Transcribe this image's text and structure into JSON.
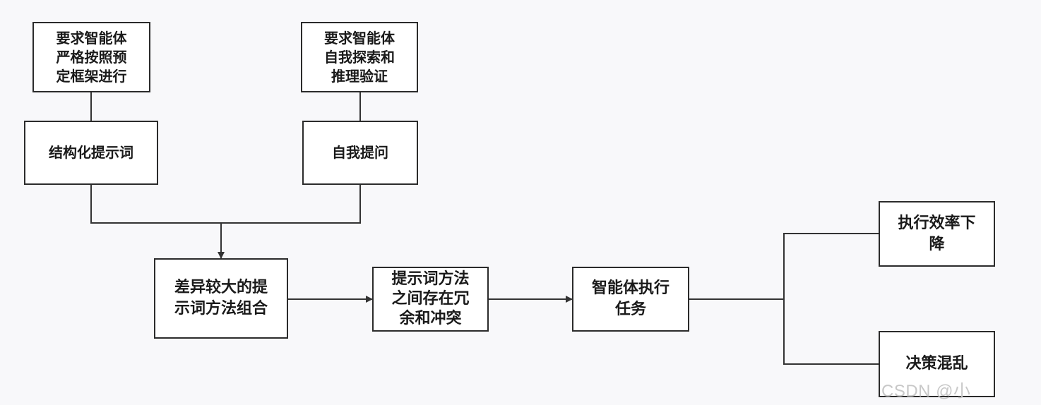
{
  "nodes": {
    "req_structured": "要求智能体\n严格按照预\n定框架进行",
    "req_explore": "要求智能体\n自我探索和\n推理验证",
    "structured_prompt": "结构化提示词",
    "self_ask": "自我提问",
    "diverse_combo": "差异较大的提\n示词方法组合",
    "redundancy": "提示词方法\n之间存在冗\n余和冲突",
    "agent_task": "智能体执行\n任务",
    "efficiency_drop": "执行效率下\n降",
    "decision_chaos": "决策混乱"
  },
  "watermark": "CSDN @小"
}
